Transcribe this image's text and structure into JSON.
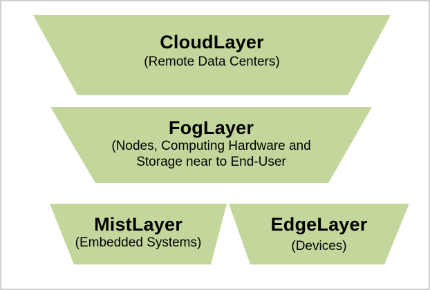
{
  "colors": {
    "shape_fill": "#c3d69b",
    "page_background": "#ffffff",
    "page_border": "#cfcfcf",
    "text": "#000000"
  },
  "layers": [
    {
      "title": "CloudLayer",
      "subtitle_lines": [
        "(Remote Data Centers)"
      ]
    },
    {
      "title": "FogLayer",
      "subtitle_lines": [
        "(Nodes, Computing Hardware and",
        "Storage near to End-User"
      ]
    },
    {
      "title": "MistLayer",
      "subtitle_lines": [
        "(Embedded Systems)"
      ]
    },
    {
      "title": "EdgeLayer",
      "subtitle_lines": [
        "(Devices)"
      ]
    }
  ]
}
